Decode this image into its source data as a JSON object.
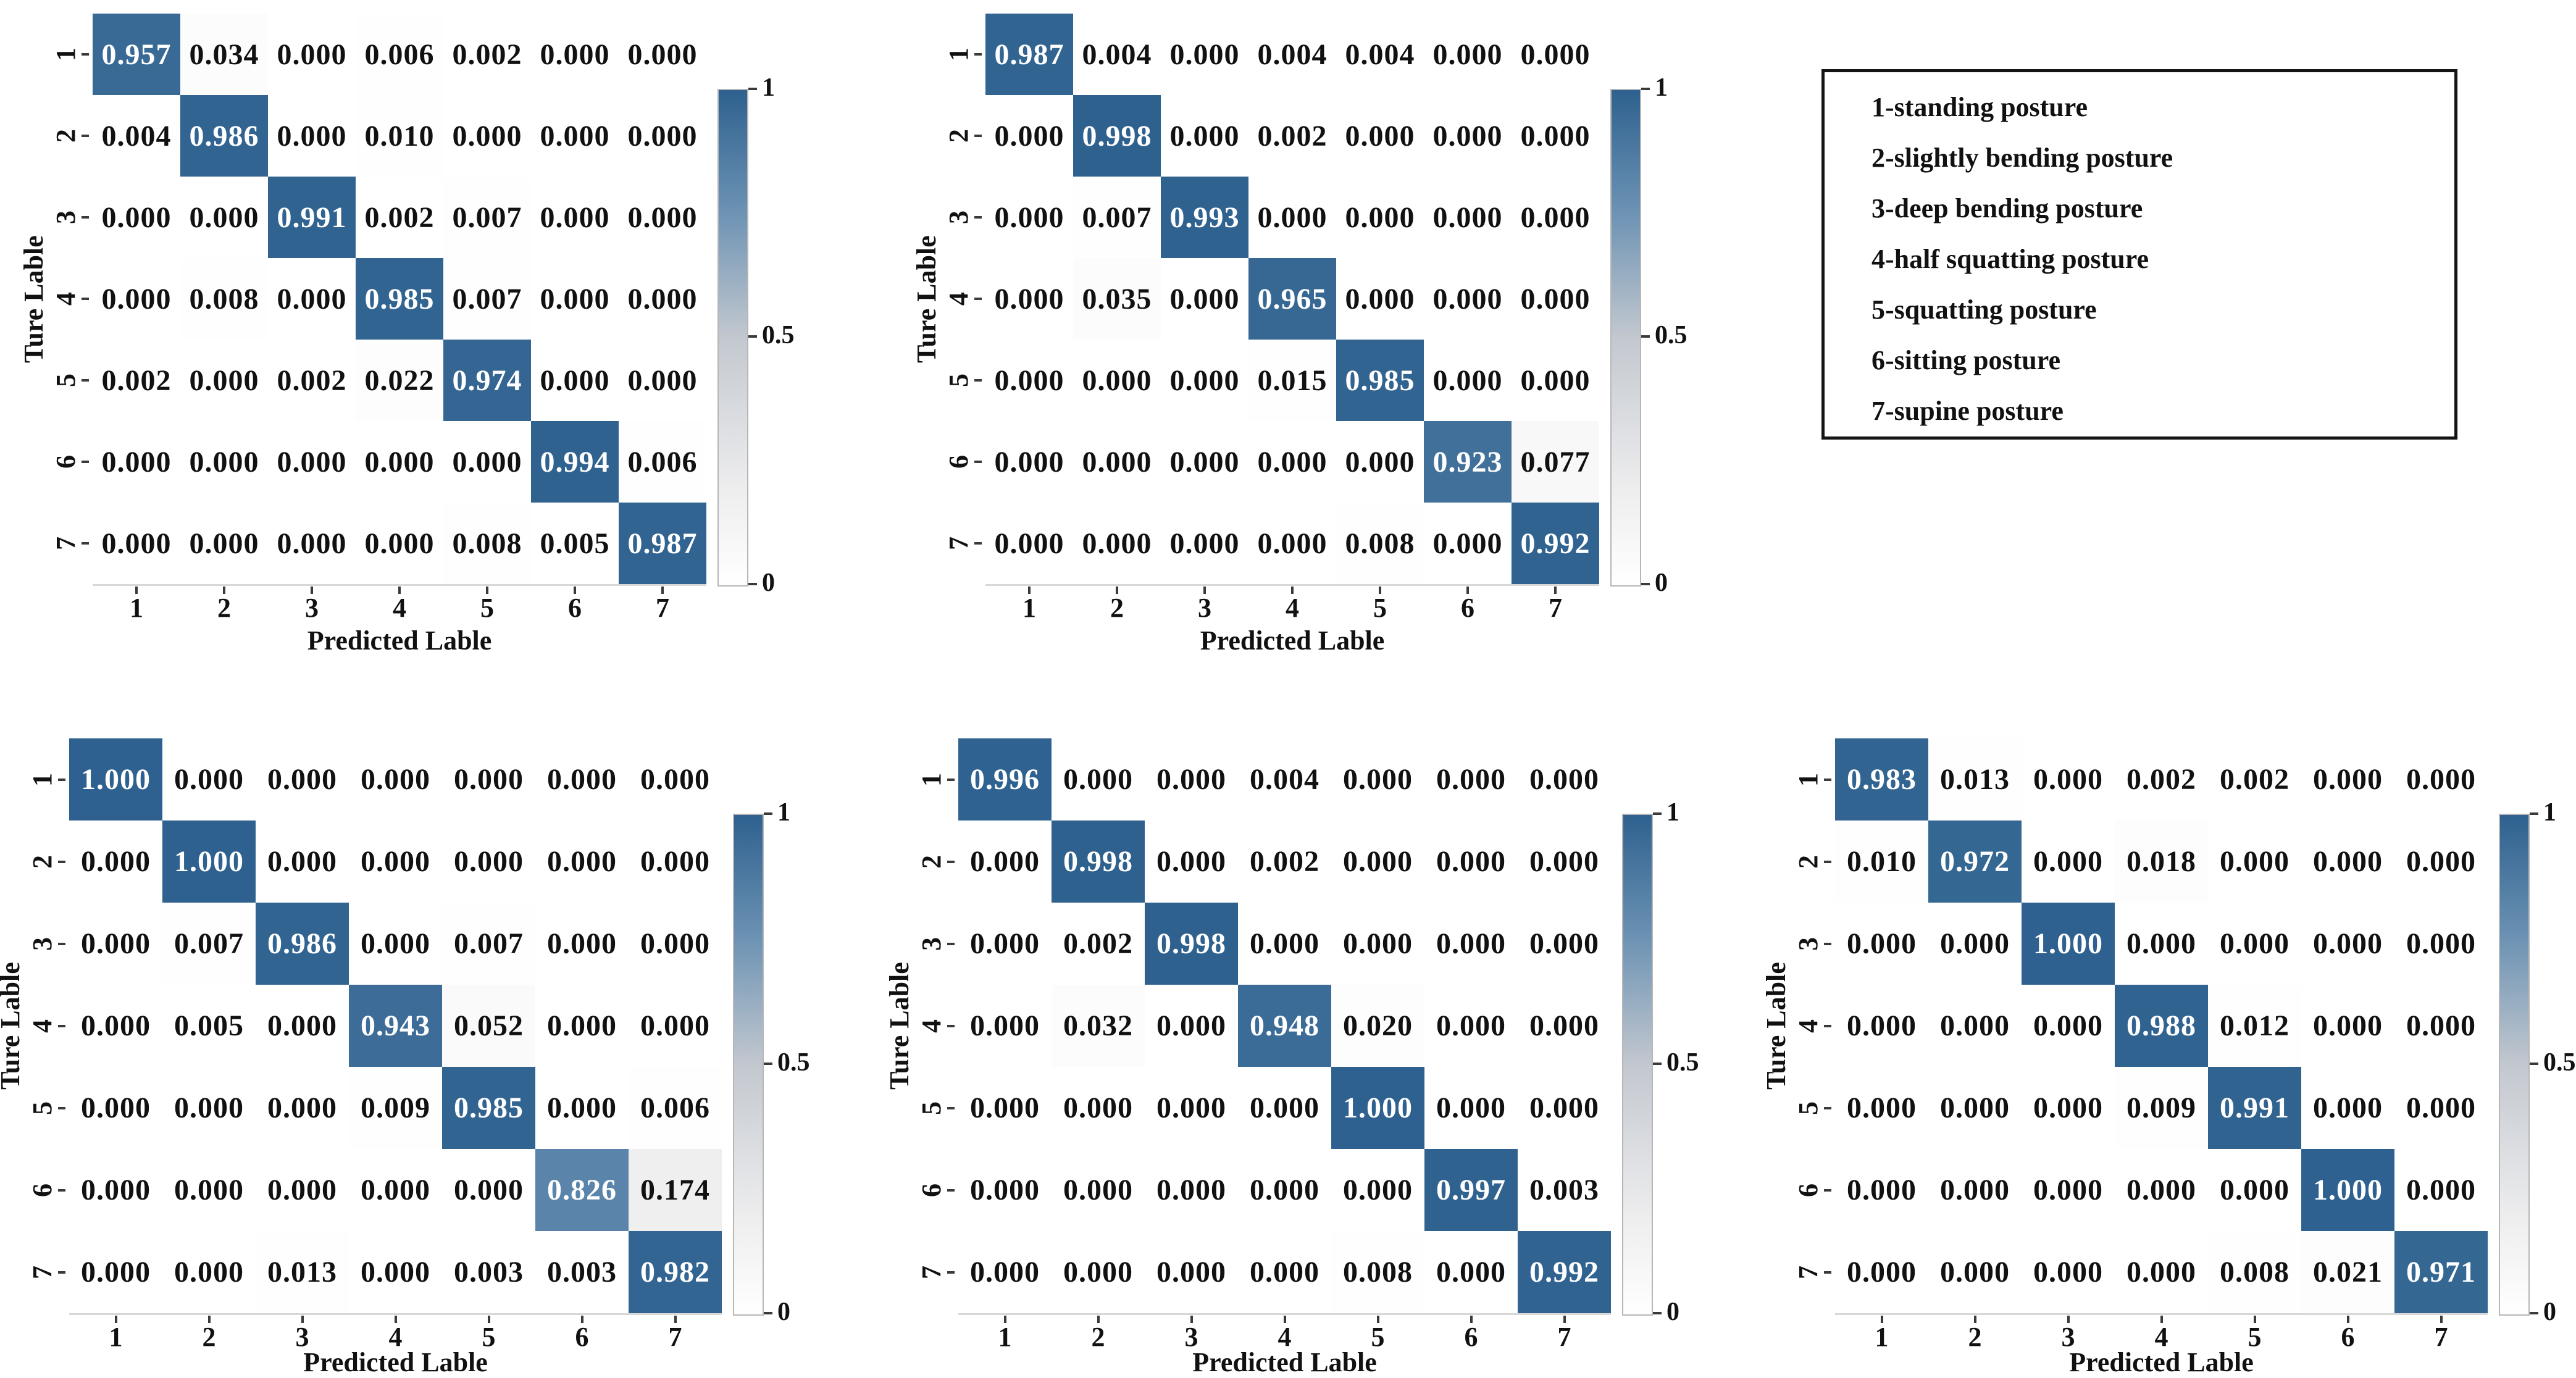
{
  "figure": {
    "background": "#ffffff",
    "accent_color": "#2e618f",
    "colormap_stops": [
      [
        0,
        "#ffffff"
      ],
      [
        0.2,
        "#ededee"
      ],
      [
        0.5,
        "#c3c8cf"
      ],
      [
        0.75,
        "#6d93b4"
      ],
      [
        1,
        "#2e618f"
      ]
    ],
    "tick_color": "#3a3a3a"
  },
  "legend": {
    "items": [
      "1-standing posture",
      "2-slightly bending posture",
      "3-deep bending posture",
      "4-half squatting posture",
      "5-squatting posture",
      "6-sitting posture",
      "7-supine posture"
    ]
  },
  "chart_data": [
    {
      "type": "heatmap",
      "panel": "top-left",
      "xlabel": "Predicted Lable",
      "ylabel": "Ture Lable",
      "x_ticks": [
        "1",
        "2",
        "3",
        "4",
        "5",
        "6",
        "7"
      ],
      "y_ticks": [
        "1",
        "2",
        "3",
        "4",
        "5",
        "6",
        "7"
      ],
      "colorbar_ticks": [
        "1",
        "0.5",
        "0"
      ],
      "vmin": 0,
      "vmax": 1,
      "matrix": [
        [
          0.957,
          0.034,
          0.0,
          0.006,
          0.002,
          0.0,
          0.0
        ],
        [
          0.004,
          0.986,
          0.0,
          0.01,
          0.0,
          0.0,
          0.0
        ],
        [
          0.0,
          0.0,
          0.991,
          0.002,
          0.007,
          0.0,
          0.0
        ],
        [
          0.0,
          0.008,
          0.0,
          0.985,
          0.007,
          0.0,
          0.0
        ],
        [
          0.002,
          0.0,
          0.002,
          0.022,
          0.974,
          0.0,
          0.0
        ],
        [
          0.0,
          0.0,
          0.0,
          0.0,
          0.0,
          0.994,
          0.006
        ],
        [
          0.0,
          0.0,
          0.0,
          0.0,
          0.008,
          0.005,
          0.987
        ]
      ]
    },
    {
      "type": "heatmap",
      "panel": "top-middle",
      "xlabel": "Predicted Lable",
      "ylabel": "Ture Lable",
      "x_ticks": [
        "1",
        "2",
        "3",
        "4",
        "5",
        "6",
        "7"
      ],
      "y_ticks": [
        "1",
        "2",
        "3",
        "4",
        "5",
        "6",
        "7"
      ],
      "colorbar_ticks": [
        "1",
        "0.5",
        "0"
      ],
      "vmin": 0,
      "vmax": 1,
      "matrix": [
        [
          0.987,
          0.004,
          0.0,
          0.004,
          0.004,
          0.0,
          0.0
        ],
        [
          0.0,
          0.998,
          0.0,
          0.002,
          0.0,
          0.0,
          0.0
        ],
        [
          0.0,
          0.007,
          0.993,
          0.0,
          0.0,
          0.0,
          0.0
        ],
        [
          0.0,
          0.035,
          0.0,
          0.965,
          0.0,
          0.0,
          0.0
        ],
        [
          0.0,
          0.0,
          0.0,
          0.015,
          0.985,
          0.0,
          0.0
        ],
        [
          0.0,
          0.0,
          0.0,
          0.0,
          0.0,
          0.923,
          0.077
        ],
        [
          0.0,
          0.0,
          0.0,
          0.0,
          0.008,
          0.0,
          0.992
        ]
      ]
    },
    {
      "type": "heatmap",
      "panel": "bottom-left",
      "xlabel": "Predicted Lable",
      "ylabel": "Ture Lable",
      "x_ticks": [
        "1",
        "2",
        "3",
        "4",
        "5",
        "6",
        "7"
      ],
      "y_ticks": [
        "1",
        "2",
        "3",
        "4",
        "5",
        "6",
        "7"
      ],
      "colorbar_ticks": [
        "1",
        "0.5",
        "0"
      ],
      "vmin": 0,
      "vmax": 1,
      "matrix": [
        [
          1.0,
          0.0,
          0.0,
          0.0,
          0.0,
          0.0,
          0.0
        ],
        [
          0.0,
          1.0,
          0.0,
          0.0,
          0.0,
          0.0,
          0.0
        ],
        [
          0.0,
          0.007,
          0.986,
          0.0,
          0.007,
          0.0,
          0.0
        ],
        [
          0.0,
          0.005,
          0.0,
          0.943,
          0.052,
          0.0,
          0.0
        ],
        [
          0.0,
          0.0,
          0.0,
          0.009,
          0.985,
          0.0,
          0.006
        ],
        [
          0.0,
          0.0,
          0.0,
          0.0,
          0.0,
          0.826,
          0.174
        ],
        [
          0.0,
          0.0,
          0.013,
          0.0,
          0.003,
          0.003,
          0.982
        ]
      ]
    },
    {
      "type": "heatmap",
      "panel": "bottom-middle",
      "xlabel": "Predicted Lable",
      "ylabel": "Ture Lable",
      "x_ticks": [
        "1",
        "2",
        "3",
        "4",
        "5",
        "6",
        "7"
      ],
      "y_ticks": [
        "1",
        "2",
        "3",
        "4",
        "5",
        "6",
        "7"
      ],
      "colorbar_ticks": [
        "1",
        "0.5",
        "0"
      ],
      "vmin": 0,
      "vmax": 1,
      "matrix": [
        [
          0.996,
          0.0,
          0.0,
          0.004,
          0.0,
          0.0,
          0.0
        ],
        [
          0.0,
          0.998,
          0.0,
          0.002,
          0.0,
          0.0,
          0.0
        ],
        [
          0.0,
          0.002,
          0.998,
          0.0,
          0.0,
          0.0,
          0.0
        ],
        [
          0.0,
          0.032,
          0.0,
          0.948,
          0.02,
          0.0,
          0.0
        ],
        [
          0.0,
          0.0,
          0.0,
          0.0,
          1.0,
          0.0,
          0.0
        ],
        [
          0.0,
          0.0,
          0.0,
          0.0,
          0.0,
          0.997,
          0.003
        ],
        [
          0.0,
          0.0,
          0.0,
          0.0,
          0.008,
          0.0,
          0.992
        ]
      ]
    },
    {
      "type": "heatmap",
      "panel": "bottom-right",
      "xlabel": "Predicted Lable",
      "ylabel": "Ture Lable",
      "x_ticks": [
        "1",
        "2",
        "3",
        "4",
        "5",
        "6",
        "7"
      ],
      "y_ticks": [
        "1",
        "2",
        "3",
        "4",
        "5",
        "6",
        "7"
      ],
      "colorbar_ticks": [
        "1",
        "0.5",
        "0"
      ],
      "vmin": 0,
      "vmax": 1,
      "matrix": [
        [
          0.983,
          0.013,
          0.0,
          0.002,
          0.002,
          0.0,
          0.0
        ],
        [
          0.01,
          0.972,
          0.0,
          0.018,
          0.0,
          0.0,
          0.0
        ],
        [
          0.0,
          0.0,
          1.0,
          0.0,
          0.0,
          0.0,
          0.0
        ],
        [
          0.0,
          0.0,
          0.0,
          0.988,
          0.012,
          0.0,
          0.0
        ],
        [
          0.0,
          0.0,
          0.0,
          0.009,
          0.991,
          0.0,
          0.0
        ],
        [
          0.0,
          0.0,
          0.0,
          0.0,
          0.0,
          1.0,
          0.0
        ],
        [
          0.0,
          0.0,
          0.0,
          0.0,
          0.008,
          0.021,
          0.971
        ]
      ]
    }
  ]
}
